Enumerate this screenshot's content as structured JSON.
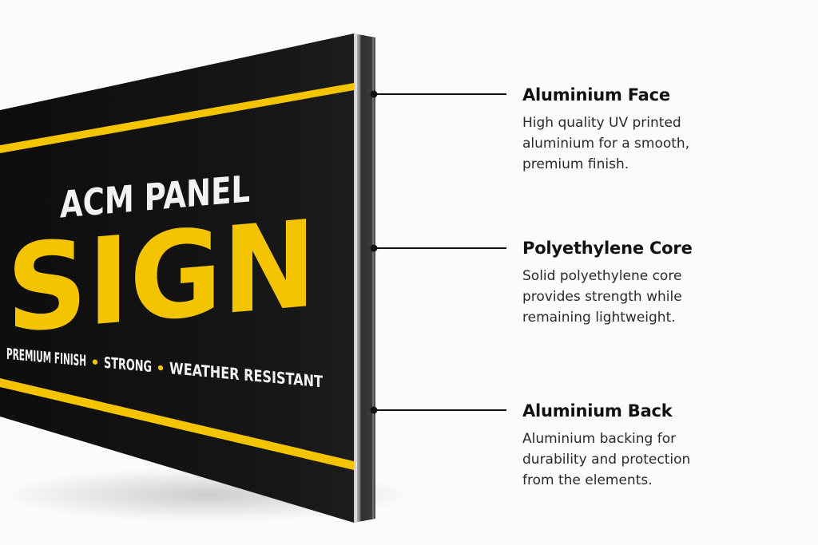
{
  "sign": {
    "line1": "ACM PANEL",
    "line2": "SIGN",
    "features": [
      "PREMIUM FINISH",
      "STRONG",
      "WEATHER RESISTANT"
    ],
    "colors": {
      "face": "#121212",
      "accent": "#f5c400",
      "text": "#f2f2f2",
      "edge": "#3a3a3a"
    }
  },
  "callouts": [
    {
      "title": "Aluminium Face",
      "description": "High quality UV printed aluminium for a smooth, premium finish."
    },
    {
      "title": "Polyethylene Core",
      "description": "Solid polyethylene core provides strength while remaining lightweight."
    },
    {
      "title": "Aluminium Back",
      "description": "Aluminium backing for durability and protection from the elements."
    }
  ]
}
